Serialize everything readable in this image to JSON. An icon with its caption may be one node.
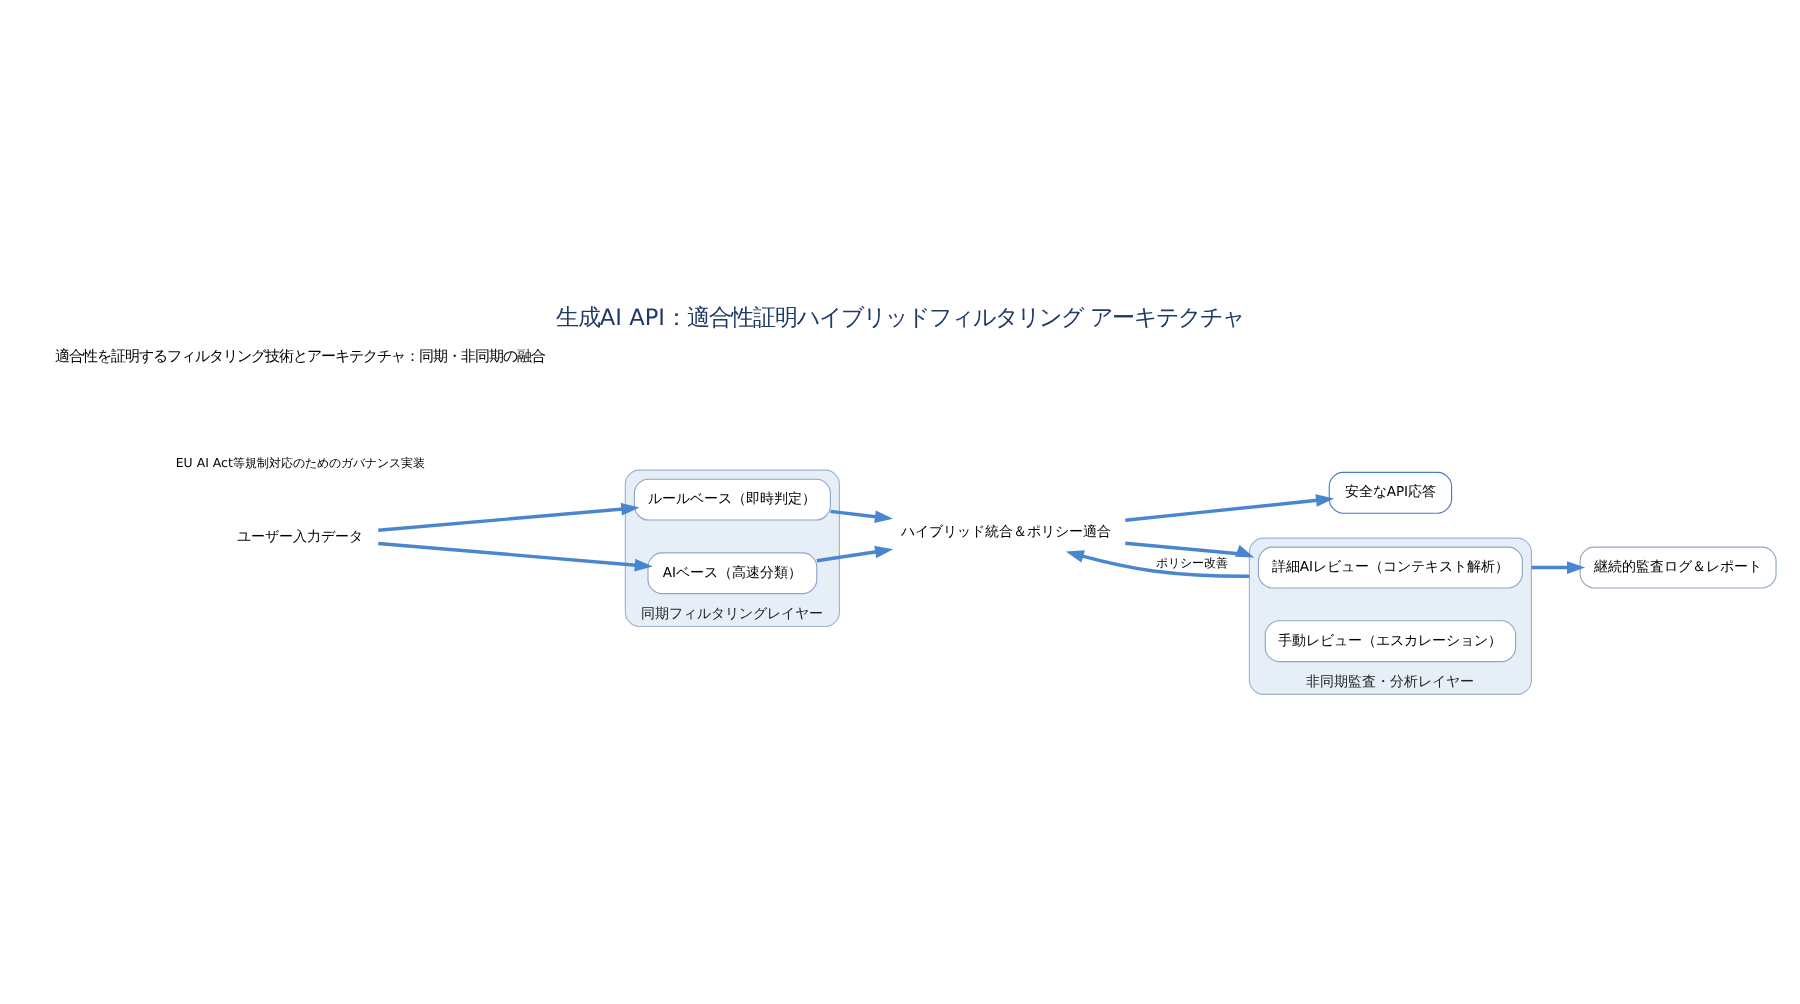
{
  "diagram": {
    "title": "生成AI API：適合性証明ハイブリッドフィルタリング アーキテクチャ",
    "nodes": [
      {
        "text": [
          "ユーザー入力データ"
        ]
      },
      {
        "text": [
          "同期フィルタリングレイヤー"
        ]
      },
      {
        "text": [
          "ルールベース（即時判定）"
        ],
        "in": 1
      },
      {
        "text": [
          "AIベース（高速分類）"
        ],
        "in": 1
      },
      {
        "text": [
          "ハイブリッド統合＆ポリシー適合"
        ]
      },
      {
        "text": [
          "安全なAPI応答"
        ]
      },
      {
        "text": [
          "非同期監査・分析レイヤー"
        ]
      },
      {
        "text": [
          "詳細AIレビュー（コンテキスト解析）"
        ],
        "in": 6
      },
      {
        "text": [
          "手動レビュー（エスカレーション）"
        ],
        "in": 6
      },
      {
        "text": [
          "継続的監査ログ＆レポート"
        ]
      }
    ],
    "edges": [
      {
        "from": 0,
        "to": 2,
        "arrow": "to"
      },
      {
        "from": 0,
        "to": 3,
        "arrow": "to"
      },
      {
        "from": 2,
        "to": 4,
        "arrow": "to"
      },
      {
        "from": 3,
        "to": 4,
        "arrow": "to"
      },
      {
        "from": 4,
        "to": 5,
        "arrow": "to"
      },
      {
        "from": 4,
        "to": 6,
        "arrow": "to"
      },
      {
        "from": 6,
        "to": 9,
        "arrow": "to"
      },
      {
        "from": 6,
        "to": 4,
        "arrow": "to",
        "label": "ポリシー改善"
      }
    ],
    "labels": [
      "適合性を証明するフィルタリング技術とアーキテクチャ：同期・非同期の融合",
      "EU AI Act等規制対応のためのガバナンス実装"
    ]
  }
}
